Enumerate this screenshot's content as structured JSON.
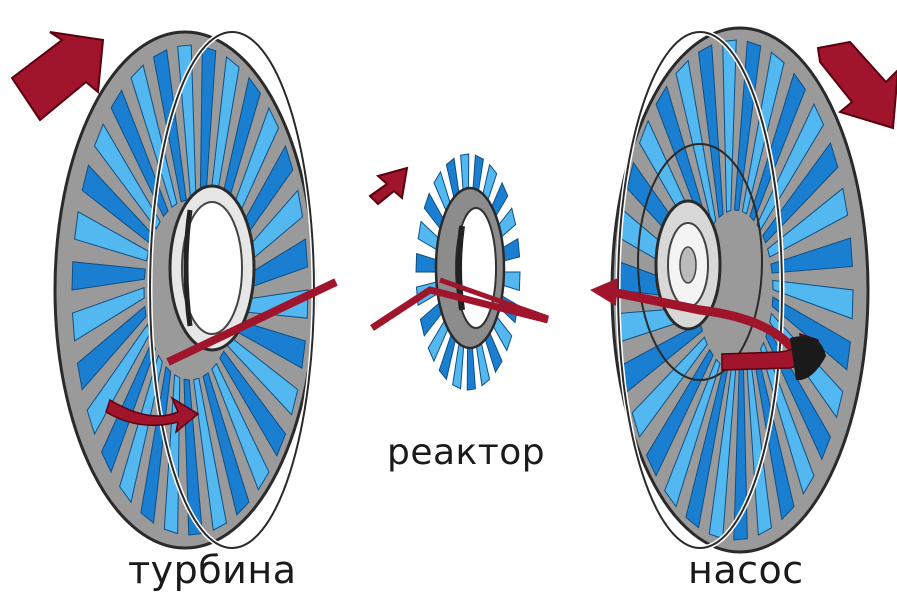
{
  "labels": {
    "turbine": "турбина",
    "reactor": "реактор",
    "pump": "насос"
  },
  "colors": {
    "blade_dark": "#1a7fd0",
    "blade_light": "#54b8f0",
    "shell": "#9a9a9a",
    "shell_dark": "#6f6f6f",
    "arrow": "#a0142c",
    "outline": "#2a2a2a"
  }
}
